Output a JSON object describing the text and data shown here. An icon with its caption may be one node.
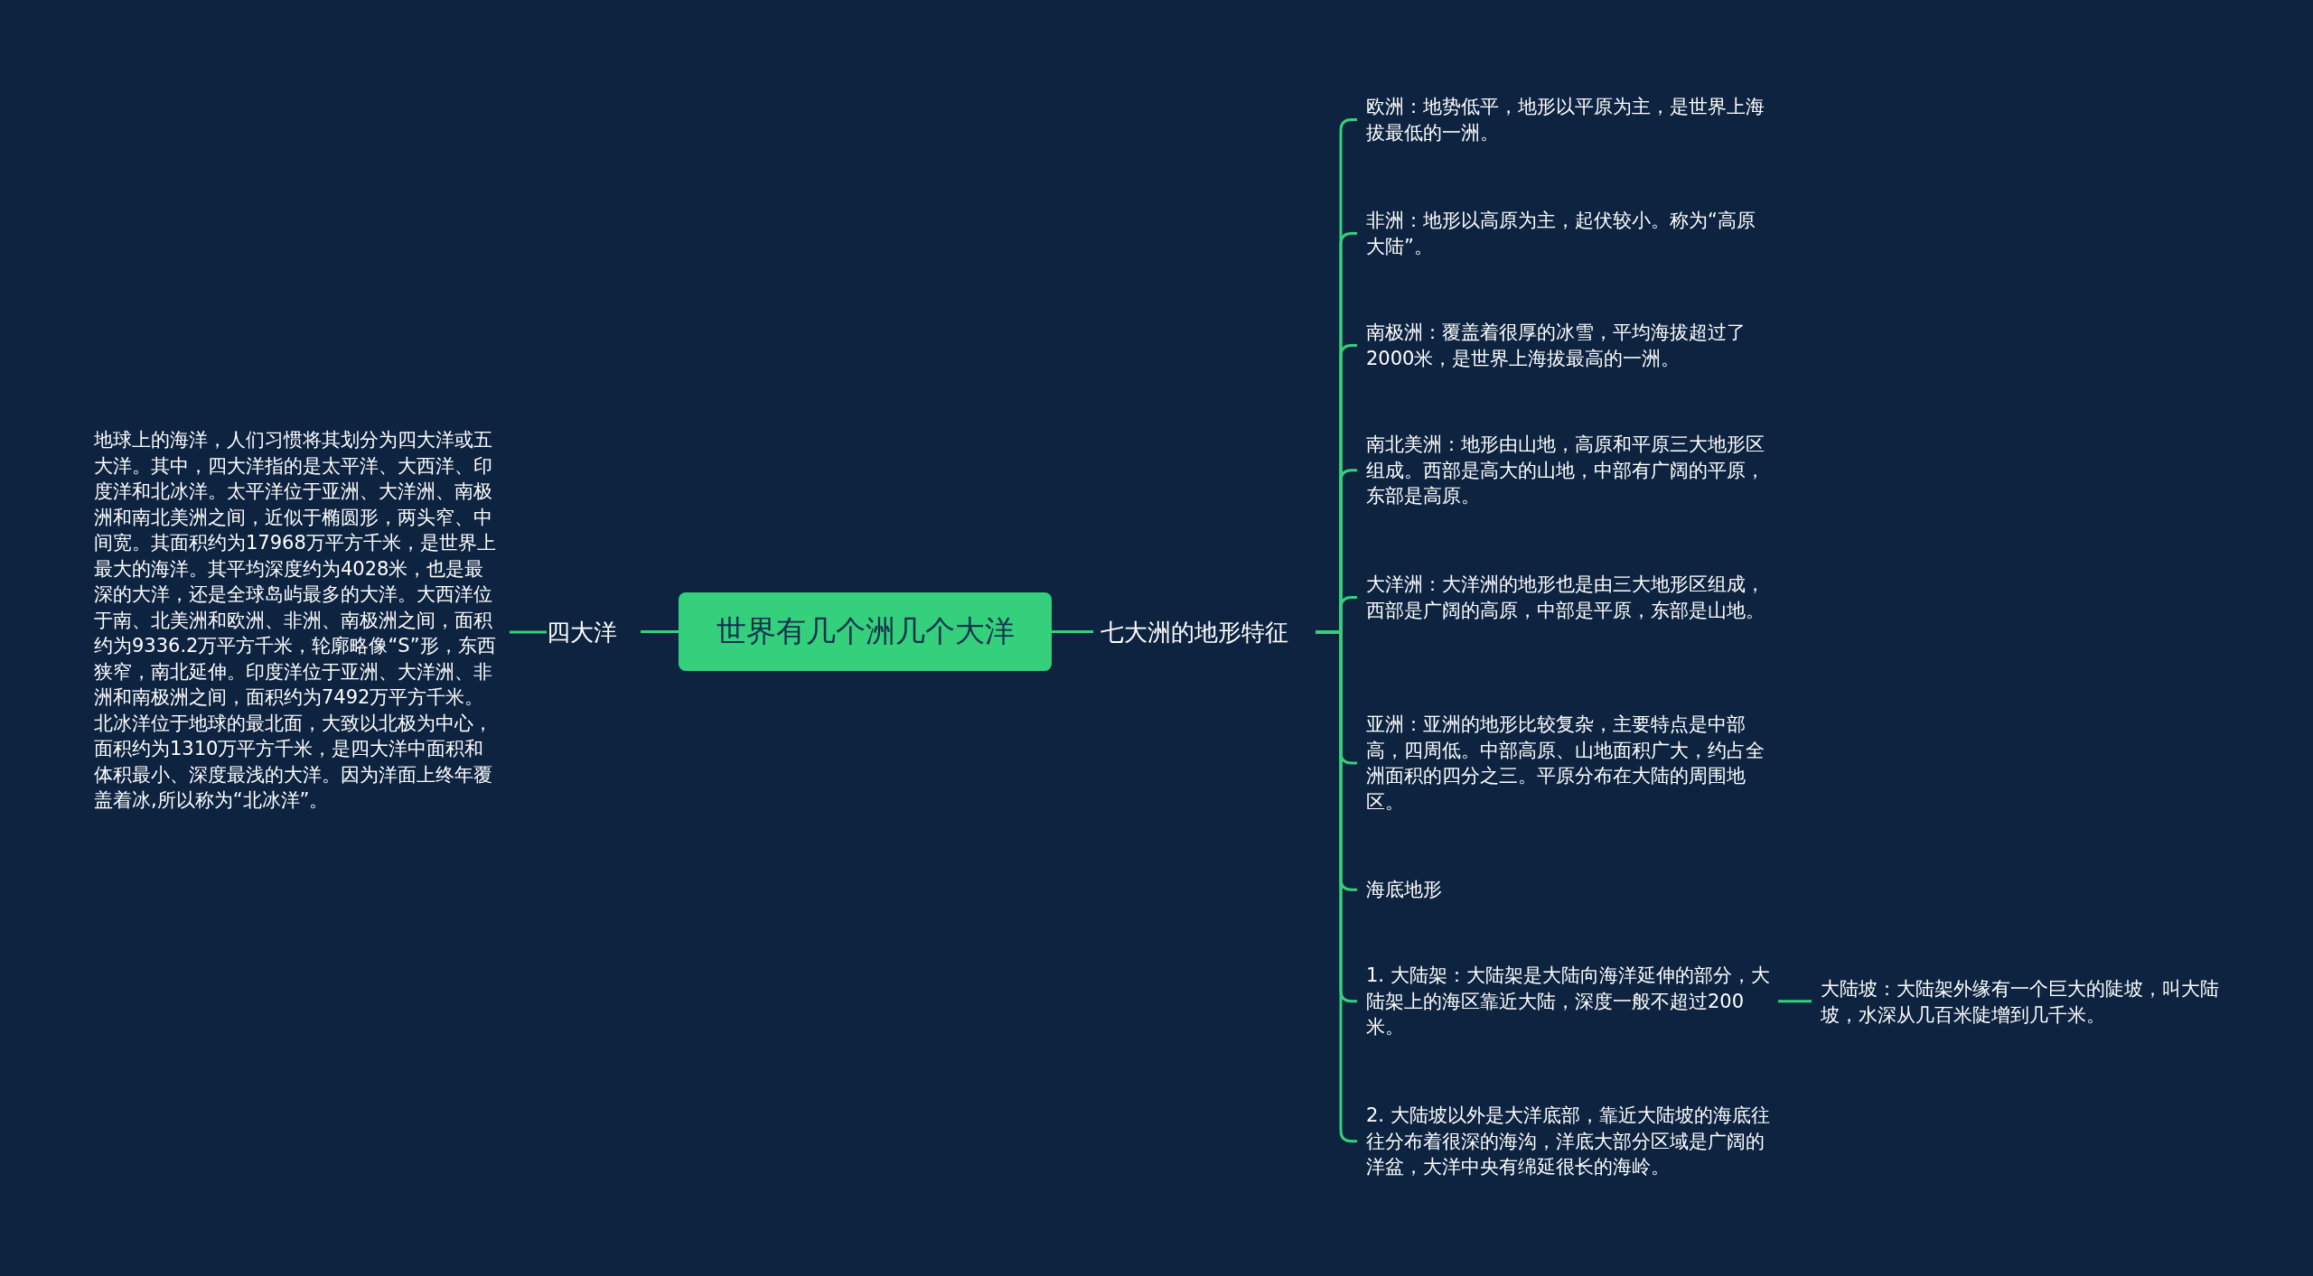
{
  "diagram": {
    "nodes": [
      {
        "text": [
          "世界有几个洲几个大洋"
        ]
      },
      {
        "text": [
          "四大洋"
        ]
      },
      {
        "text": [
          "地球上的海洋，人们习惯将其划分为四大洋或五大洋。其中，四大洋指的是太平洋、大西洋、印度洋和北冰洋。太平洋位于亚洲、大洋洲、南极洲和南北美洲之间，近似于椭圆形，两头窄、中间宽。其面积约为17968万平方千米，是世界上最大的海洋。其平均深度约为4028米，也是最深的大洋，还是全球岛屿最多的大洋。大西洋位于南、北美洲和欧洲、非洲、南极洲之间，面积约为9336.2万平方千米，轮廓略像“S”形，东西狭窄，南北延伸。印度洋位于亚洲、大洋洲、非洲和南极洲之间，面积约为7492万平方千米。北冰洋位于地球的最北面，大致以北极为中心，面积约为1310万平方千米，是四大洋中面积和体积最小、深度最浅的大洋。因为洋面上终年覆盖着冰,所以称为“北冰洋”。"
        ]
      },
      {
        "text": [
          "七大洲的地形特征"
        ]
      },
      {
        "text": [
          "欧洲：地势低平，地形以平原为主，是世界上海拔最低的一洲。"
        ]
      },
      {
        "text": [
          "非洲：地形以高原为主，起伏较小。称为“高原大陆”。"
        ]
      },
      {
        "text": [
          "南极洲：覆盖着很厚的冰雪，平均海拔超过了2000米，是世界上海拔最高的一洲。"
        ]
      },
      {
        "text": [
          "南北美洲：地形由山地，高原和平原三大地形区组成。西部是高大的山地，中部有广阔的平原，东部是高原。"
        ]
      },
      {
        "text": [
          "大洋洲：大洋洲的地形也是由三大地形区组成，西部是广阔的高原，中部是平原，东部是山地。"
        ]
      },
      {
        "text": [
          "亚洲：亚洲的地形比较复杂，主要特点是中部高，四周低。中部高原、山地面积广大，约占全洲面积的四分之三。平原分布在大陆的周围地区。"
        ]
      },
      {
        "text": [
          "海底地形"
        ]
      },
      {
        "text": [
          "1. 大陆架：大陆架是大陆向海洋延伸的部分，大陆架上的海区靠近大陆，深度一般不超过200米。"
        ]
      },
      {
        "text": [
          "2. 大陆坡以外是大洋底部，靠近大陆坡的海底往往分布着很深的海沟，洋底大部分区域是广阔的洋盆，大洋中央有绵延很长的海岭。"
        ]
      },
      {
        "text": [
          "大陆坡：大陆架外缘有一个巨大的陡坡，叫大陆坡，水深从几百米陡增到几千米。"
        ]
      }
    ],
    "edges": [
      {
        "from": 0,
        "to": 1,
        "arrow": "none"
      },
      {
        "from": 1,
        "to": 2,
        "arrow": "none"
      },
      {
        "from": 0,
        "to": 3,
        "arrow": "none"
      },
      {
        "from": 3,
        "to": 4,
        "arrow": "none"
      },
      {
        "from": 3,
        "to": 5,
        "arrow": "none"
      },
      {
        "from": 3,
        "to": 6,
        "arrow": "none"
      },
      {
        "from": 3,
        "to": 7,
        "arrow": "none"
      },
      {
        "from": 3,
        "to": 8,
        "arrow": "none"
      },
      {
        "from": 3,
        "to": 9,
        "arrow": "none"
      },
      {
        "from": 3,
        "to": 10,
        "arrow": "none"
      },
      {
        "from": 3,
        "to": 11,
        "arrow": "none"
      },
      {
        "from": 3,
        "to": 12,
        "arrow": "none"
      },
      {
        "from": 11,
        "to": 13,
        "arrow": "none"
      }
    ]
  }
}
